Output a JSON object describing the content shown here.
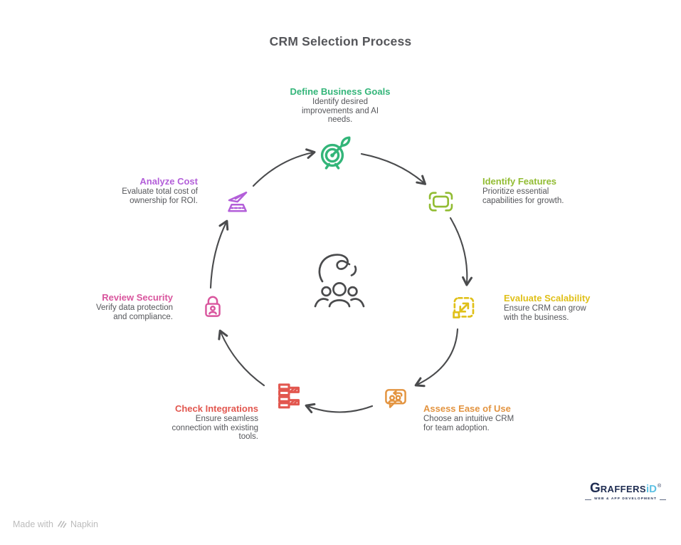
{
  "title": "CRM Selection Process",
  "diagram": {
    "arrow_color": "#4a4b4d",
    "center_icon": "thinking-team-icon",
    "flow": "clockwise-cycle"
  },
  "steps": [
    {
      "label": "Define Business Goals",
      "description": "Identify desired improvements and AI needs.",
      "color": "#33b579",
      "icon": "target-growth-icon"
    },
    {
      "label": "Identify Features",
      "description": "Prioritize essential capabilities for growth.",
      "color": "#92bc33",
      "icon": "feature-frame-icon"
    },
    {
      "label": "Evaluate Scalability",
      "description": "Ensure CRM can grow with the business.",
      "color": "#e0c019",
      "icon": "scalability-expand-icon"
    },
    {
      "label": "Assess Ease of Use",
      "description": "Choose an intuitive CRM for team adoption.",
      "color": "#e39440",
      "icon": "ease-of-use-chat-icon"
    },
    {
      "label": "Check Integrations",
      "description": "Ensure seamless connection with existing tools.",
      "color": "#e2574f",
      "icon": "integration-blocks-icon"
    },
    {
      "label": "Review Security",
      "description": "Verify data protection and compliance.",
      "color": "#d9569e",
      "icon": "security-lock-icon"
    },
    {
      "label": "Analyze Cost",
      "description": "Evaluate total cost of ownership for ROI.",
      "color": "#b35fd9",
      "icon": "cost-plane-icon"
    }
  ],
  "footer": {
    "made_with_label": "Made with",
    "napkin_label": "Napkin"
  },
  "logo": {
    "brand_g": "G",
    "brand_raffers": "RAFFERS",
    "brand_id": "iD",
    "trademark": "®",
    "tagline": "WEB & APP DEVELOPMENT",
    "navy": "#1e2c51",
    "accent": "#5ec1e4"
  }
}
